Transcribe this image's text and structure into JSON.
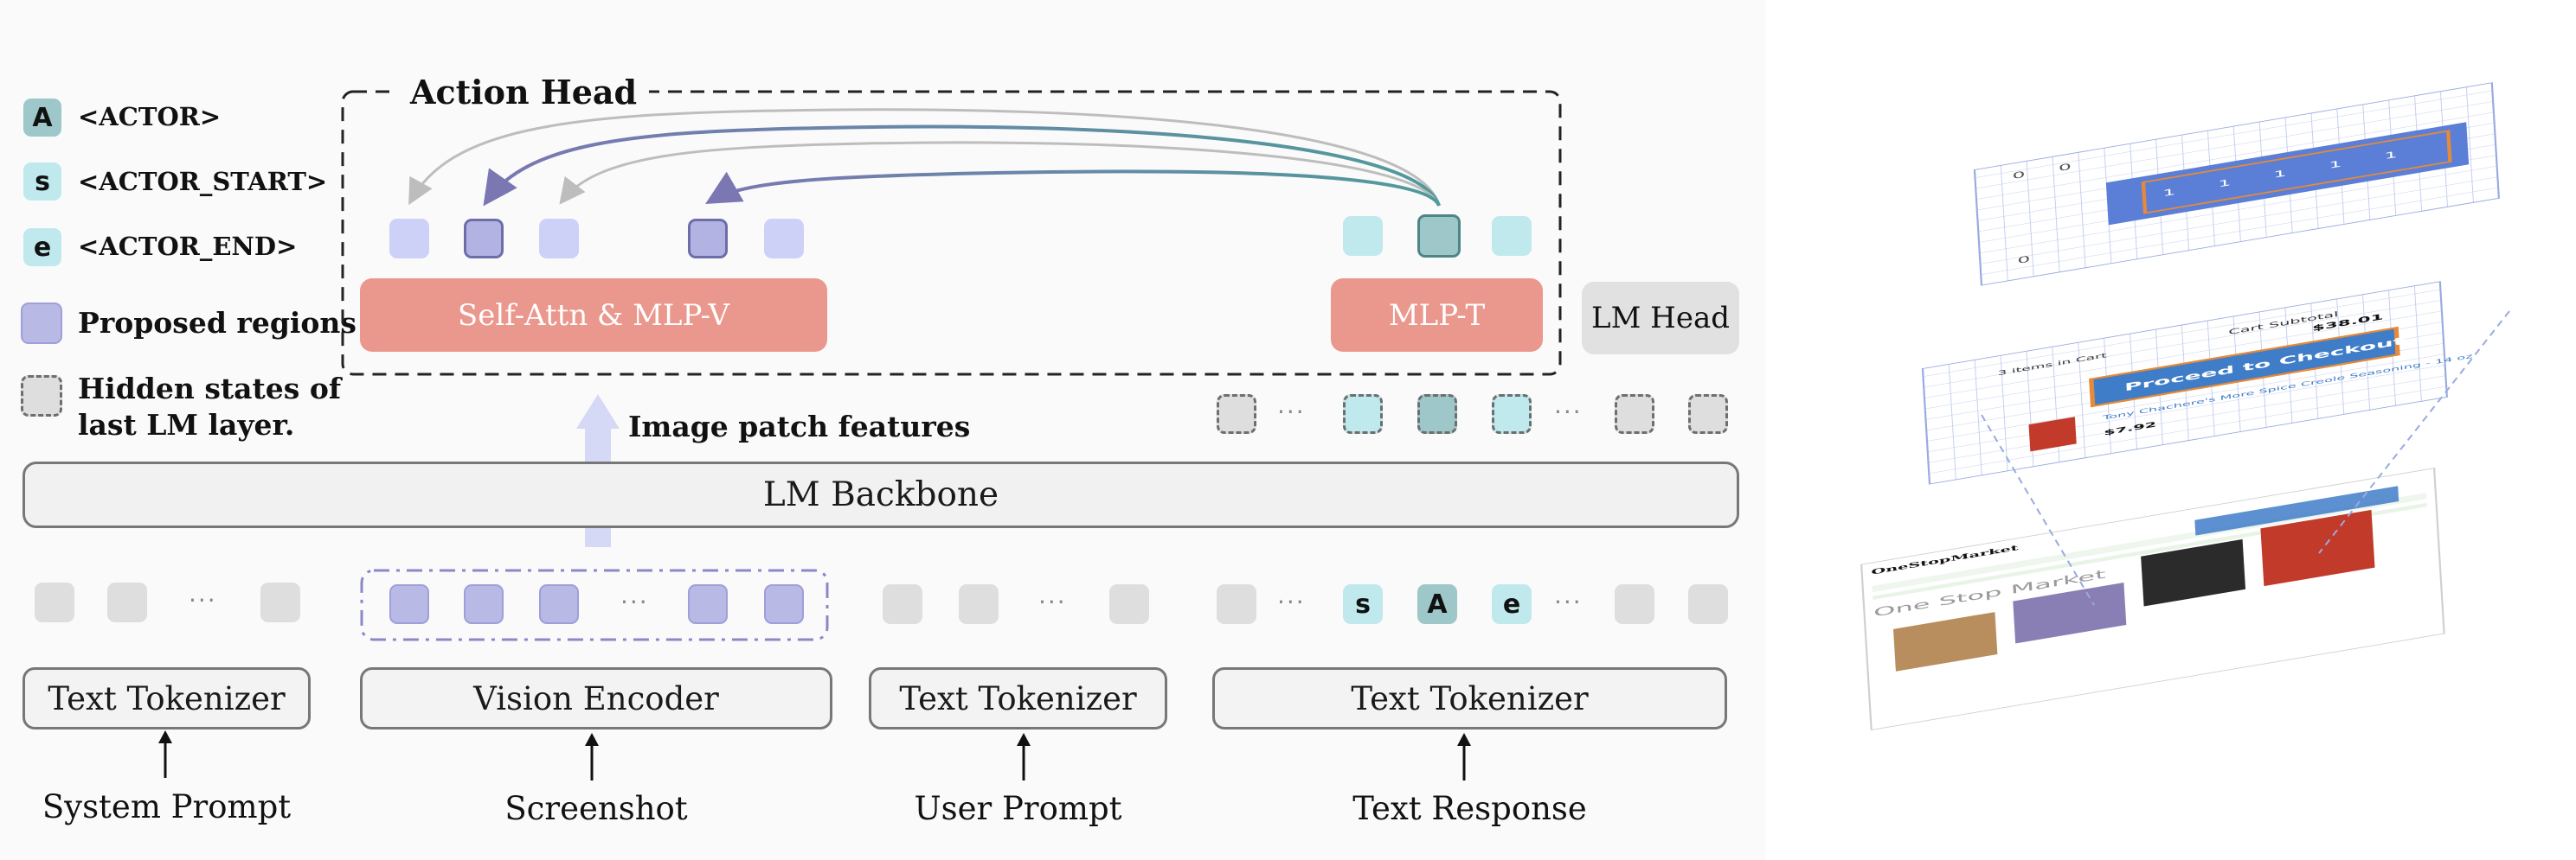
{
  "legend": {
    "actor": {
      "glyph": "A",
      "text": "<ACTOR>"
    },
    "actor_start": {
      "glyph": "s",
      "text": "<ACTOR_START>"
    },
    "actor_end": {
      "glyph": "e",
      "text": "<ACTOR_END>"
    },
    "proposed": {
      "text": "Proposed regions"
    },
    "hidden": {
      "text_line1": "Hidden states of",
      "text_line2": "last LM layer."
    }
  },
  "action_head": {
    "title": "Action Head",
    "self_attn_label": "Self-Attn & MLP-V",
    "mlp_t_label": "MLP-T"
  },
  "lm_head_label": "LM Head",
  "image_patch_label": "Image patch features",
  "backbone_label": "LM Backbone",
  "ellipsis": "···",
  "tokens": {
    "s": "s",
    "a": "A",
    "e": "e"
  },
  "encoders": {
    "text_tokenizer_1": "Text Tokenizer",
    "vision_encoder": "Vision Encoder",
    "text_tokenizer_2": "Text Tokenizer",
    "text_tokenizer_3": "Text Tokenizer"
  },
  "inputs": {
    "system_prompt": "System Prompt",
    "screenshot": "Screenshot",
    "user_prompt": "User Prompt",
    "text_response": "Text Response"
  },
  "screenshot_panel": {
    "cart_subtotal": "Cart Subtotal",
    "subtotal_value": "$38.01",
    "items_in_cart": "3 items in Cart",
    "checkout_button": "Proceed to Checkout",
    "product_name": "Tony Chachere's More Spice Creole Seasoning - 14 oz",
    "price": "$7.92",
    "store_name": "One Stop Market",
    "logo": "OneStopMarket",
    "mask_ones": "1",
    "mask_zeros": "0"
  },
  "colors": {
    "salmon": "#ea978d",
    "purple": "#b9b9e6",
    "cyan": "#bfe9ec",
    "teal": "#9ec7c9",
    "checkout_blue": "#3f7dc9",
    "mask_blue": "#5b7fd6"
  }
}
